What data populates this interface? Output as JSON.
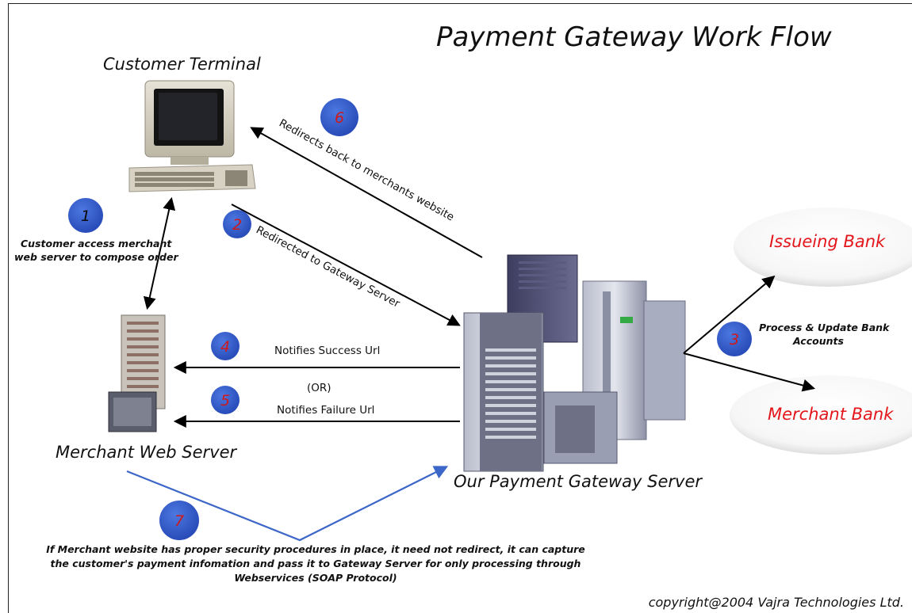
{
  "title": "Payment Gateway Work Flow",
  "nodes": {
    "customer_terminal": "Customer Terminal",
    "merchant_web_server": "Merchant Web Server",
    "gateway_server": "Our Payment Gateway Server",
    "issuing_bank": "Issueing Bank",
    "merchant_bank": "Merchant Bank"
  },
  "steps": [
    {
      "number": "1",
      "label_lines": [
        "Customer access merchant",
        "web server to compose order"
      ]
    },
    {
      "number": "2",
      "label": "Redirected to Gateway Server"
    },
    {
      "number": "3",
      "label_lines": [
        "Process & Update Bank",
        "Accounts"
      ]
    },
    {
      "number": "4",
      "label": "Notifies Success Url"
    },
    {
      "number": "5",
      "label": "Notifies Failure Url"
    },
    {
      "number": "6",
      "label": "Redirects back to merchants website"
    },
    {
      "number": "7",
      "label_lines": [
        "If Merchant website has proper security procedures in place, it need not redirect, it can capture",
        "the customer's payment infomation and pass it to Gateway Server for only processing through",
        "Webservices (SOAP Protocol)"
      ]
    }
  ],
  "or_label": "(OR)",
  "copyright": "copyright@2004 Vajra Technologies Ltd.",
  "colors": {
    "badge_fill": "#2f57c9",
    "badge_text": "#d01818",
    "bank_text": "#e3161b",
    "blue_line": "#3c66c8",
    "arrow": "#000000"
  },
  "icons": {
    "customer_terminal": "desktop-computer-icon",
    "merchant_web_server": "server-rack-icon",
    "gateway_server": "server-cluster-icon",
    "banks": "oval-cloud-shape"
  }
}
